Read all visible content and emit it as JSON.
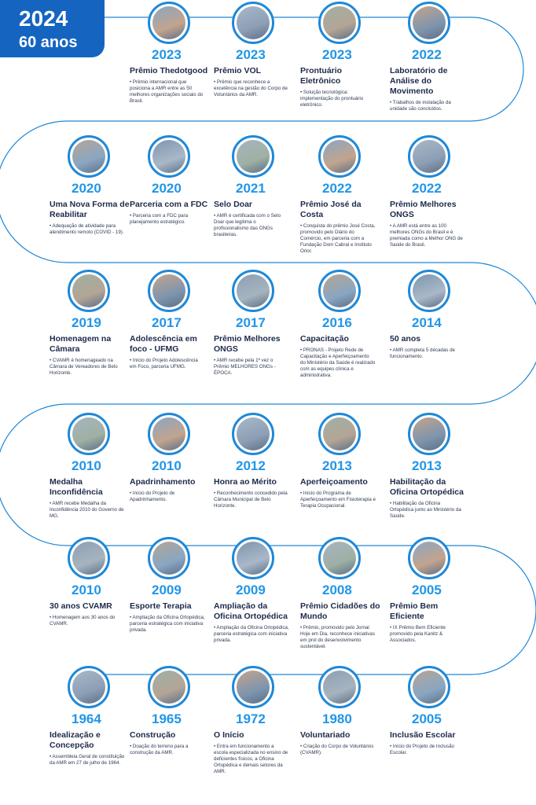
{
  "badge": {
    "year": "2024",
    "anniversary": "60 anos"
  },
  "colors": {
    "accent": "#1e88d8",
    "badge": "#1565c0",
    "title": "#1d2a4a",
    "year": "#2196e8"
  },
  "rows": [
    [
      {
        "year": "2023",
        "title": "Prêmio Thedotgood",
        "desc": "• Prêmio internacional que posiciona a AMR entre as 50 melhores organizações sociais do Brasil.",
        "photo": "award-ceremony-photo"
      },
      {
        "year": "2023",
        "title": "Prêmio VOL",
        "desc": "• Prêmio que reconhece a excelência na gestão do Corpo de Voluntários da AMR.",
        "photo": "volunteers-award-photo"
      },
      {
        "year": "2023",
        "title": "Prontuário Eletrônico",
        "desc": "• Solução tecnológica: implementação do prontuário eletrônico.",
        "photo": "computer-screen-photo"
      },
      {
        "year": "2022",
        "title": "Laboratório de Análise do Movimento",
        "desc": "• Trabalhos de instalação da unidade são concluídos.",
        "photo": "motion-lab-photo"
      }
    ],
    [
      {
        "year": "2020",
        "title": "Uma Nova Forma de Reabilitar",
        "desc": "• Adequação de atividade para atendimento remoto (COVID - 19).",
        "photo": "remote-care-photo"
      },
      {
        "year": "2020",
        "title": "Parceria com a FDC",
        "desc": "• Parceria com a FDC para planejamento estratégico.",
        "photo": "meeting-photo"
      },
      {
        "year": "2021",
        "title": "Selo Doar",
        "desc": "• AMR é certificada com o Selo Doar que legitima o profissionalismo das ONGs brasileiras.",
        "photo": "doar-seal-logo"
      },
      {
        "year": "2022",
        "title": "Prêmio José da Costa",
        "desc": "• Conquista do prêmio José Costa, promovido pelo Diário do Comércio, em parceria com a Fundação Dom Cabral e Instituto Orior.",
        "photo": "award-photo"
      },
      {
        "year": "2022",
        "title": "Prêmio Melhores ONGS",
        "desc": "• A AMR está entre as 100 melhores ONGs do Brasil e é premiada como a Melhor ONG de Saúde do Brasil.",
        "photo": "melhores-ongs-seal"
      }
    ],
    [
      {
        "year": "2019",
        "title": "Homenagem na Câmara",
        "desc": "• CVAMR é homenageado na Câmara de Vereadores de Belo Horizonte.",
        "photo": "group-photo"
      },
      {
        "year": "2017",
        "title": "Adolescência em foco - UFMG",
        "desc": "• Início do Projeto Adolescência em Foco, parceria UFMG.",
        "photo": "teen-project-photo"
      },
      {
        "year": "2017",
        "title": "Prêmio Melhores ONGS",
        "desc": "• AMR recebe pela 1ª vez o Prêmio MELHORES ONGs - ÉPOCA.",
        "photo": "award-plaque-photo"
      },
      {
        "year": "2016",
        "title": "Capacitação",
        "desc": "• PRONAS - Projeto Rede de Capacitação e Aperfeiçoamento do Ministério da Saúde é realizado com as equipes clínica e administrativa.",
        "photo": "training-photo"
      },
      {
        "year": "2014",
        "title": "50 anos",
        "desc": "• AMR completa 5 décadas de funcionamento.",
        "photo": "celebration-photo"
      }
    ],
    [
      {
        "year": "2010",
        "title": "Medalha Inconfidência",
        "desc": "• AMR recebe Medalha da Inconfidência 2010 do Governo de MG.",
        "photo": "medal-photo"
      },
      {
        "year": "2010",
        "title": "Apadrinhamento",
        "desc": "• Início do Projeto de Apadrinhamento.",
        "photo": "sponsorship-photo"
      },
      {
        "year": "2012",
        "title": "Honra ao Mérito",
        "desc": "• Reconhecimento concedido pela Câmara Municipal de Belo Horizonte.",
        "photo": "certificate-photo"
      },
      {
        "year": "2013",
        "title": "Aperfeiçoamento",
        "desc": "• Início do Programa de Aperfeiçoamento em Fisioterapia e Terapia Ocupacional.",
        "photo": "class-photo"
      },
      {
        "year": "2013",
        "title": "Habilitação da Oficina Ortopédica",
        "desc": "• Habilitação da Oficina Ortopédica junto ao Ministério da Saúde.",
        "photo": "workshop-photo"
      }
    ],
    [
      {
        "year": "2010",
        "title": "30 anos CVAMR",
        "desc": "• Homenagem aos 30 anos do CVAMR.",
        "photo": "event-photo"
      },
      {
        "year": "2009",
        "title": "Esporte Terapia",
        "desc": "• Ampliação da Oficina Ortopédica, parceria estratégica com iniciativa privada.",
        "photo": "sport-therapy-photo"
      },
      {
        "year": "2009",
        "title": "Ampliação da Oficina Ortopédica",
        "desc": "• Ampliação da Oficina Ortopédica, parceria estratégica com iniciativa privada.",
        "photo": "orthopedic-workshop-photo"
      },
      {
        "year": "2008",
        "title": "Prêmio Cidadões do Mundo",
        "desc": "• Prêmio, promovido pelo Jornal Hoje em Dia, reconhece iniciativas em prol do desenvolvimento sustentável.",
        "photo": "cidadoes-do-mundo-logo"
      },
      {
        "year": "2005",
        "title": "Prêmio Bem Eficiente",
        "desc": "• IX Prêmio Bem Eficiente promovido pela Kanitz & Associados.",
        "photo": "bem-eficiente-certificate"
      }
    ],
    [
      {
        "year": "1964",
        "title": "Idealização e Concepção",
        "desc": "• Assembleia Geral de constituição da AMR em 27 de julho de 1964.",
        "photo": "historic-assembly-photo"
      },
      {
        "year": "1965",
        "title": "Construção",
        "desc": "• Doação do terreno para a construção da AMR.",
        "photo": "historic-construction-photo"
      },
      {
        "year": "1972",
        "title": "O Início",
        "desc": "• Entra em funcionamento a escola especializada no ensino de deficientes físicos, a Oficina Ortopédica e demais setores da AMR.",
        "photo": "historic-school-photo"
      },
      {
        "year": "1980",
        "title": "Voluntariado",
        "desc": "• Criação do Corpo de Voluntários (CVAMR).",
        "photo": "historic-volunteers-photo"
      },
      {
        "year": "2005",
        "title": "Inclusão Escolar",
        "desc": "• Início do Projeto de Inclusão Escolar.",
        "photo": "school-inclusion-photo"
      }
    ]
  ]
}
